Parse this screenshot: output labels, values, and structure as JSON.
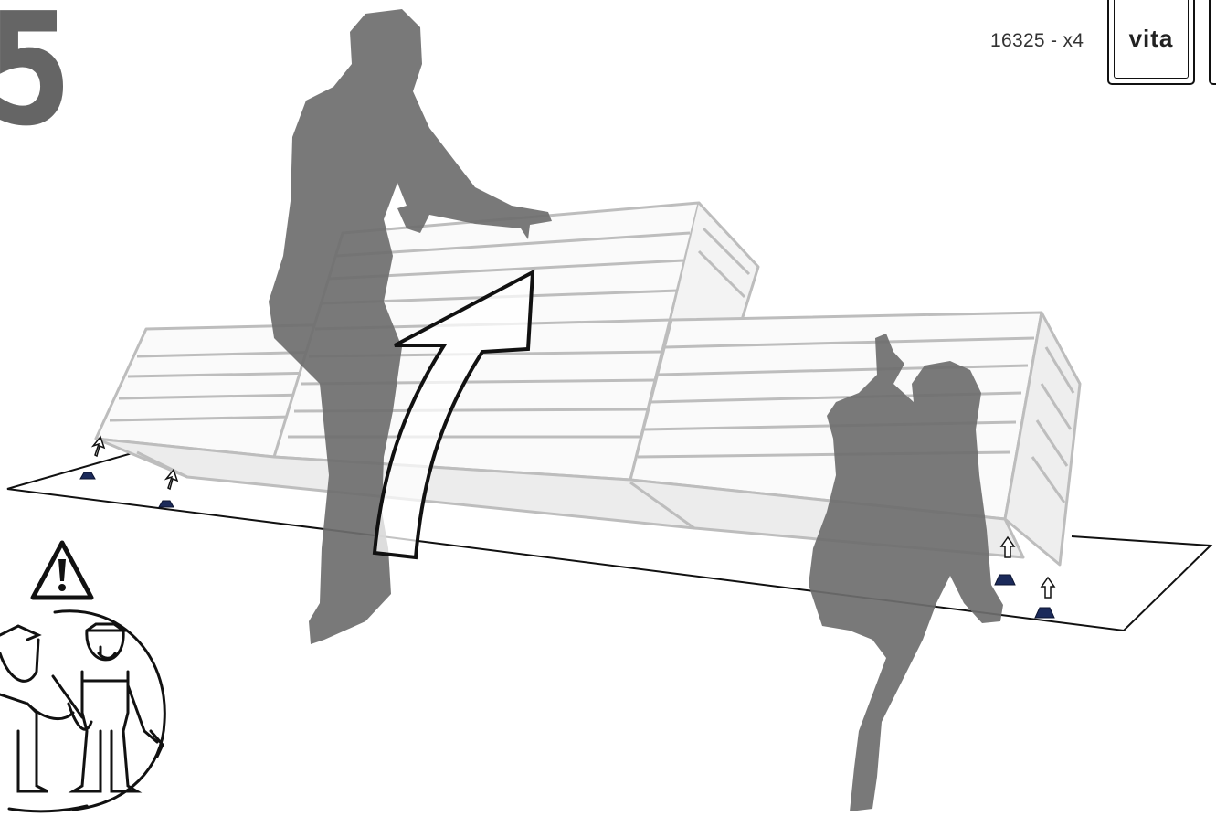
{
  "step": {
    "number": "5"
  },
  "part": {
    "code_qty": "16325 - x4",
    "brand": "vita"
  },
  "colors": {
    "silhouette": "#6e6e6e",
    "planter_outline": "#bdbdbd",
    "floor_line": "#111111",
    "clip": "#1b2a5a"
  },
  "icons": {
    "warning": "warning-triangle-icon",
    "two_person": "two-person-assembly-icon",
    "lift_arrow": "curved-lift-arrow-icon"
  }
}
